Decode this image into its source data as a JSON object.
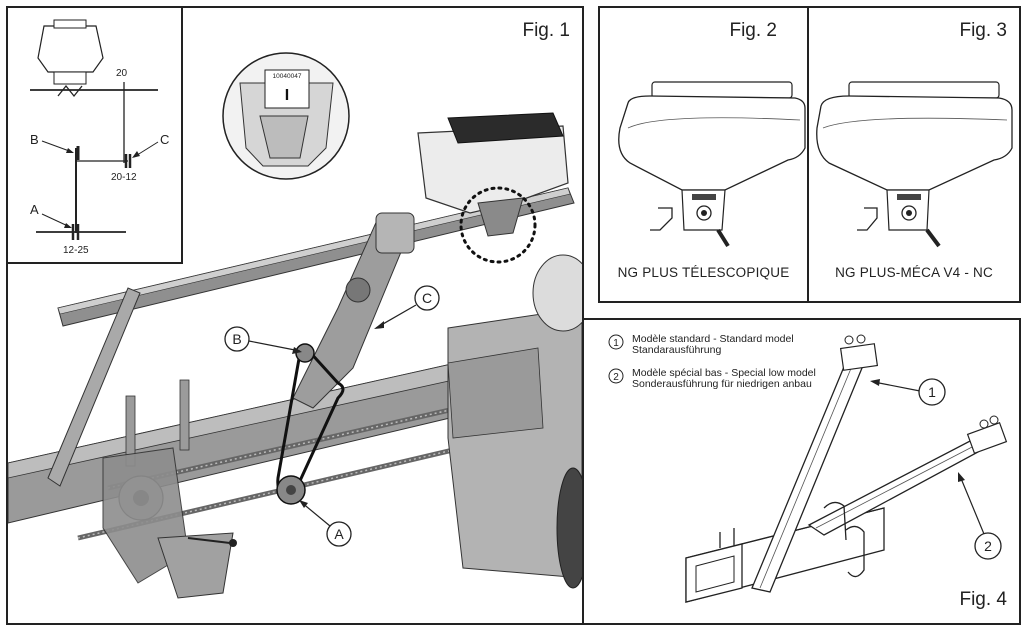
{
  "fig1": {
    "label": "Fig. 1",
    "callouts": {
      "a": "A",
      "b": "B",
      "c": "C"
    },
    "inset_code": "10040047",
    "inset_letter": "I"
  },
  "schematic": {
    "dim_top": "20",
    "dim_mid": "20-12",
    "dim_bottom": "12-25",
    "label_a": "A",
    "label_b": "B",
    "label_c": "C"
  },
  "fig2": {
    "label": "Fig. 2",
    "caption": "NG PLUS TÉLESCOPIQUE"
  },
  "fig3": {
    "label": "Fig. 3",
    "caption": "NG PLUS-MÉCA V4 - NC"
  },
  "fig4": {
    "label": "Fig. 4",
    "legend": [
      {
        "num": "1",
        "line1": "Modèle standard - Standard model",
        "line2": "Standarausführung"
      },
      {
        "num": "2",
        "line1": "Modèle spécial bas - Special low model",
        "line2": "Sonderausführung für niedrigen anbau"
      }
    ],
    "callouts": {
      "one": "1",
      "two": "2"
    }
  },
  "colors": {
    "line": "#222222",
    "metal": "#8a8a8a",
    "metal_dark": "#555555",
    "metal_light": "#c8c8c8",
    "hopper": "#e9e9e9"
  }
}
